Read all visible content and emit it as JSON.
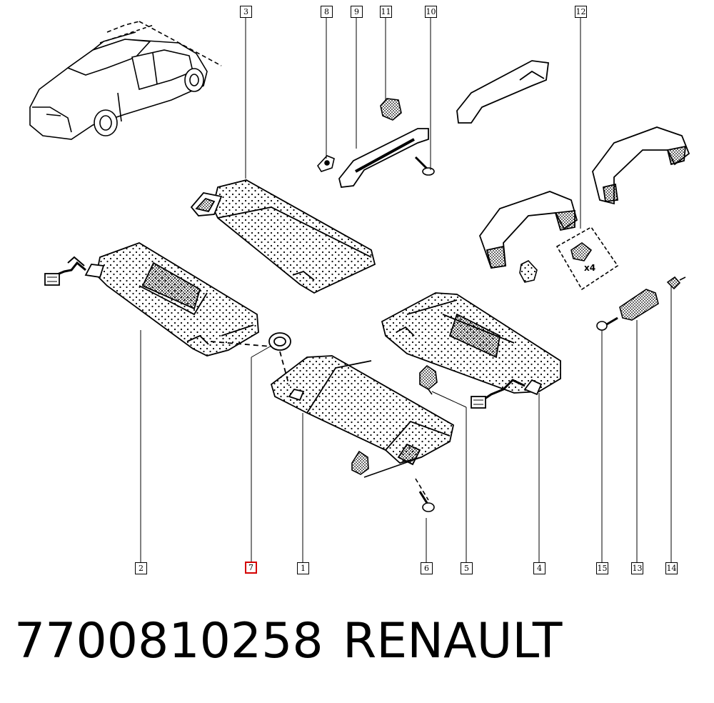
{
  "callouts": {
    "n1": "1",
    "n2": "2",
    "n3": "3",
    "n4": "4",
    "n5": "5",
    "n6": "6",
    "n7": "7",
    "n8": "8",
    "n9": "9",
    "n10": "10",
    "n11": "11",
    "n12": "12",
    "n13": "13",
    "n14": "14",
    "n15": "15"
  },
  "highlighted_callout": "7",
  "highlight_color": "#d40000",
  "multiplier_label": "x4",
  "caption": {
    "part_number": "7700810258",
    "brand": "RENAULT"
  }
}
